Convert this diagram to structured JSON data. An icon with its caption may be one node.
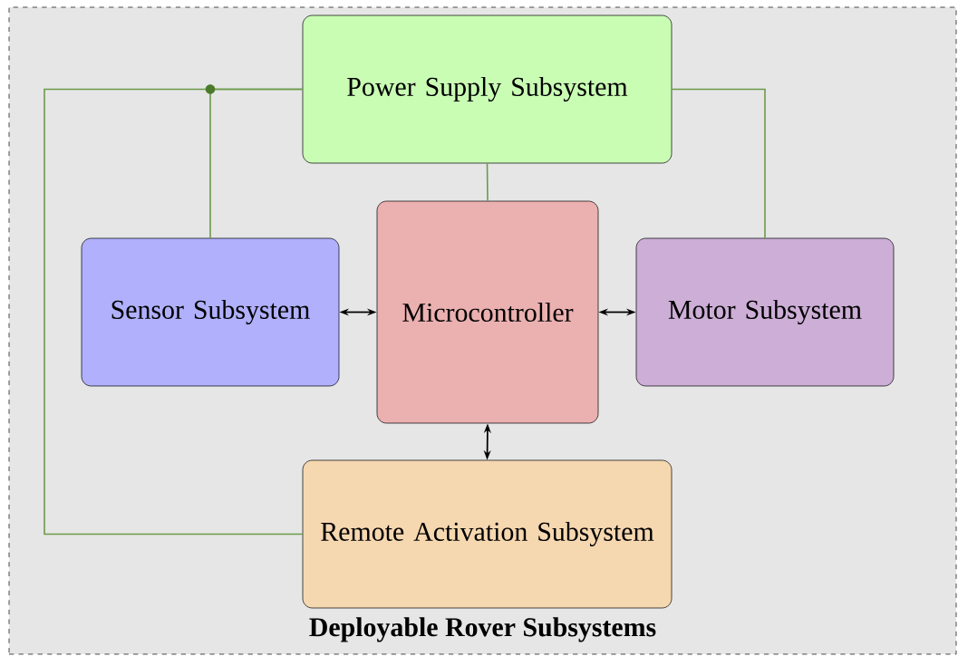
{
  "diagram": {
    "nodes": [
      {
        "text": [
          "Deployable Rover Subsystems"
        ]
      },
      {
        "text": [
          "Power Supply Subsystem"
        ],
        "in": 0
      },
      {
        "text": [
          "Sensor Subsystem"
        ],
        "in": 0
      },
      {
        "text": [
          "Microcontroller"
        ],
        "in": 0
      },
      {
        "text": [
          "Motor Subsystem"
        ],
        "in": 0
      },
      {
        "text": [
          "Remote Activation Subsystem"
        ],
        "in": 0
      }
    ],
    "edges": [
      {
        "from": 1,
        "to": 2,
        "arrow": "none",
        "color": "#6a9a4a"
      },
      {
        "from": 1,
        "to": 5,
        "arrow": "none",
        "color": "#6a9a4a"
      },
      {
        "from": 1,
        "to": 3,
        "arrow": "none",
        "color": "#6a9a4a"
      },
      {
        "from": 1,
        "to": 4,
        "arrow": "none",
        "color": "#6a9a4a"
      },
      {
        "from": 2,
        "to": 3,
        "arrow": "both",
        "color": "#000000"
      },
      {
        "from": 3,
        "to": 4,
        "arrow": "both",
        "color": "#000000"
      },
      {
        "from": 3,
        "to": 5,
        "arrow": "both",
        "color": "#000000"
      }
    ]
  }
}
